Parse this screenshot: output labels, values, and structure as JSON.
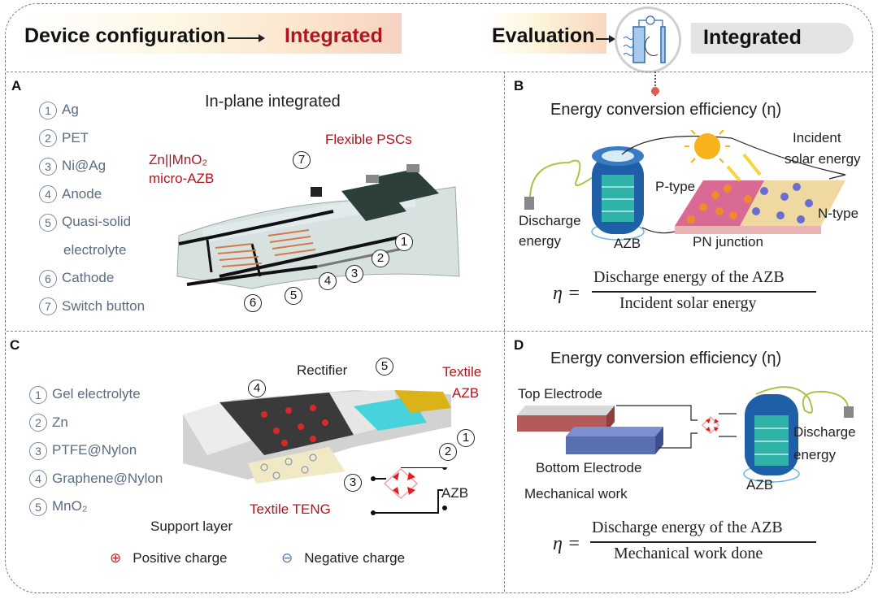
{
  "header": {
    "device_config_label": "Device configuration",
    "device_config_value": "Integrated",
    "evaluation_label": "Evaluation",
    "evaluation_value": "Integrated"
  },
  "panels": {
    "A": {
      "label": "A",
      "title": "In-plane integrated",
      "legend": [
        {
          "num": "1",
          "text": "Ag"
        },
        {
          "num": "2",
          "text": "PET"
        },
        {
          "num": "3",
          "text": "Ni@Ag"
        },
        {
          "num": "4",
          "text": "Anode"
        },
        {
          "num": "5",
          "text": "Quasi-solid"
        },
        {
          "num": "",
          "text": "electrolyte"
        },
        {
          "num": "6",
          "text": "Cathode"
        },
        {
          "num": "7",
          "text": "Switch button"
        }
      ],
      "battery_label_line1": "Zn||MnO₂",
      "battery_label_line2": "micro-AZB",
      "psc_label": "Flexible PSCs",
      "callouts": [
        "1",
        "2",
        "3",
        "4",
        "5",
        "6",
        "7"
      ]
    },
    "B": {
      "label": "B",
      "title": "Energy conversion efficiency (η)",
      "incident_line1": "Incident",
      "incident_line2": "solar energy",
      "p_type": "P-type",
      "n_type": "N-type",
      "pn_junction": "PN junction",
      "azb": "AZB",
      "discharge_line1": "Discharge",
      "discharge_line2": "energy",
      "formula": {
        "lhs": "η =",
        "numerator": "Discharge energy of the AZB",
        "denominator": "Incident solar energy"
      }
    },
    "C": {
      "label": "C",
      "legend": [
        {
          "num": "1",
          "text": "Gel electrolyte"
        },
        {
          "num": "2",
          "text": "Zn"
        },
        {
          "num": "3",
          "text": "PTFE@Nylon"
        },
        {
          "num": "4",
          "text": "Graphene@Nylon"
        },
        {
          "num": "5",
          "text": "MnO₂"
        }
      ],
      "rectifier": "Rectifier",
      "textile_azb_line1": "Textile",
      "textile_azb_line2": "AZB",
      "textile_teng": "Textile TENG",
      "support_layer": "Support layer",
      "azb": "AZB",
      "positive_charge": "Positive charge",
      "negative_charge": "Negative charge",
      "callouts": [
        "1",
        "2",
        "3",
        "4",
        "5"
      ]
    },
    "D": {
      "label": "D",
      "title": "Energy conversion efficiency (η)",
      "top_electrode": "Top Electrode",
      "bottom_electrode": "Bottom Electrode",
      "mechanical_work": "Mechanical work",
      "azb": "AZB",
      "discharge_line1": "Discharge",
      "discharge_line2": "energy",
      "top_minus": "---------",
      "top_plus": "+++++++++++",
      "bottom_minus": "- - - - - - - - -",
      "bottom_plus": "++++++",
      "formula": {
        "lhs": "η =",
        "numerator": "Discharge energy of the AZB",
        "denominator": "Mechanical work  done"
      }
    }
  },
  "colors": {
    "accent_red": "#b0151d",
    "legend_gray_blue": "#5b6b82",
    "battery_blue": "#1f5fa8",
    "teal": "#2fb3a8",
    "p_type_pink": "#d96a93",
    "n_type_yellow": "#f0d9a0",
    "teng_red": "#b35a5a",
    "teng_blue": "#5a6fb0",
    "cyan": "#48d2dc",
    "gold": "#d9b317"
  }
}
